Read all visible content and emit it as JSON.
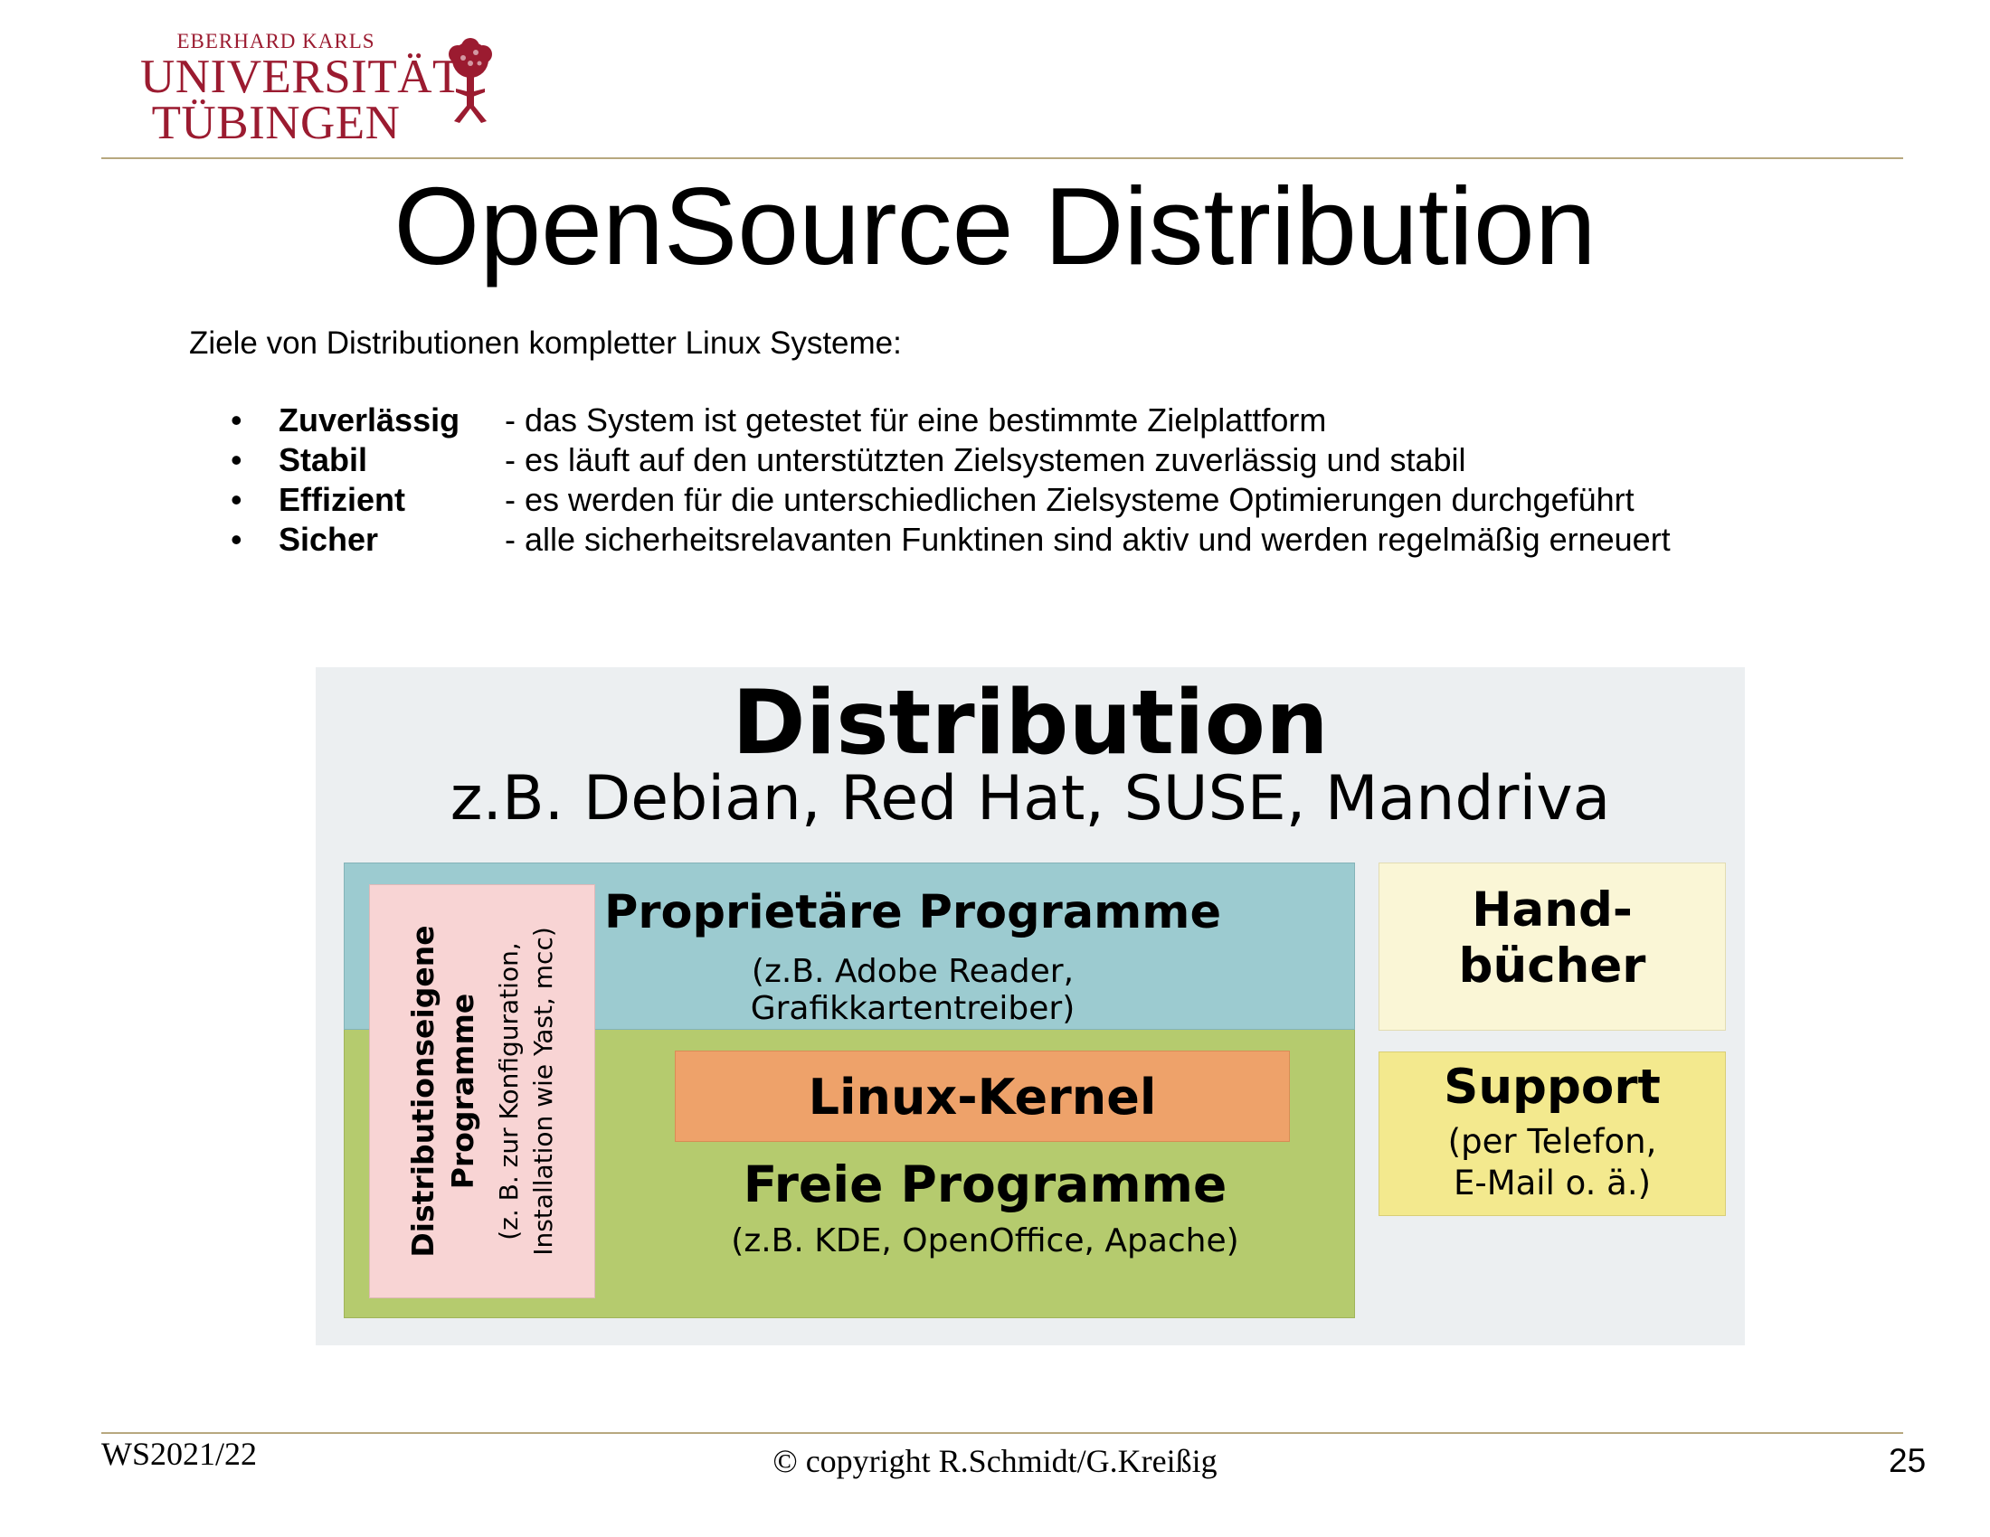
{
  "logo": {
    "line_small": "EBERHARD KARLS",
    "line1": "UNIVERSITÄT",
    "line2": "TÜBINGEN",
    "seal_icon": "university-seal-tree-icon",
    "color": "#9b1b30"
  },
  "title": "OpenSource Distribution",
  "intro": "Ziele von Distributionen kompletter Linux Systeme:",
  "bullets": [
    {
      "term": "Zuverlässig",
      "desc": "- das System ist getestet für eine bestimmte Zielplattform"
    },
    {
      "term": "Stabil",
      "desc": "- es läuft auf den unterstützten Zielsystemen zuverlässig und stabil"
    },
    {
      "term": "Effizient",
      "desc": "- es werden für die unterschiedlichen Zielsysteme Optimierungen durchgeführt"
    },
    {
      "term": "Sicher",
      "desc": "- alle sicherheitsrelavanten Funktinen sind aktiv und werden regelmäßig erneuert"
    }
  ],
  "diagram": {
    "title": "Distribution",
    "subtitle": "z.B. Debian, Red Hat, SUSE, Mandriva",
    "proprietary": {
      "title": "Proprietäre Programme",
      "sub": "(z.B. Adobe Reader, Grafikkartentreiber)"
    },
    "distro_own": {
      "title1": "Distributionseigene",
      "title2": "Programme",
      "sub1": "(z. B. zur Konfiguration,",
      "sub2": "Installation wie Yast, mcc)"
    },
    "kernel": "Linux-Kernel",
    "free": {
      "title": "Freie Programme",
      "sub": "(z.B. KDE, OpenOffice, Apache)"
    },
    "manuals": {
      "line1": "Hand-",
      "line2": "bücher"
    },
    "support": {
      "title": "Support",
      "sub1": "(per Telefon,",
      "sub2": "E-Mail o. ä.)"
    },
    "colors": {
      "background": "#eceff1",
      "proprietary": "#9ccbd0",
      "free": "#b5cb6e",
      "distro_own": "#f8d4d4",
      "kernel": "#eea26a",
      "manuals": "#faf6d6",
      "support": "#f3e98e"
    }
  },
  "footer": {
    "semester": "WS2021/22",
    "copyright": "© copyright R.Schmidt/G.Kreißig",
    "page": "25"
  }
}
